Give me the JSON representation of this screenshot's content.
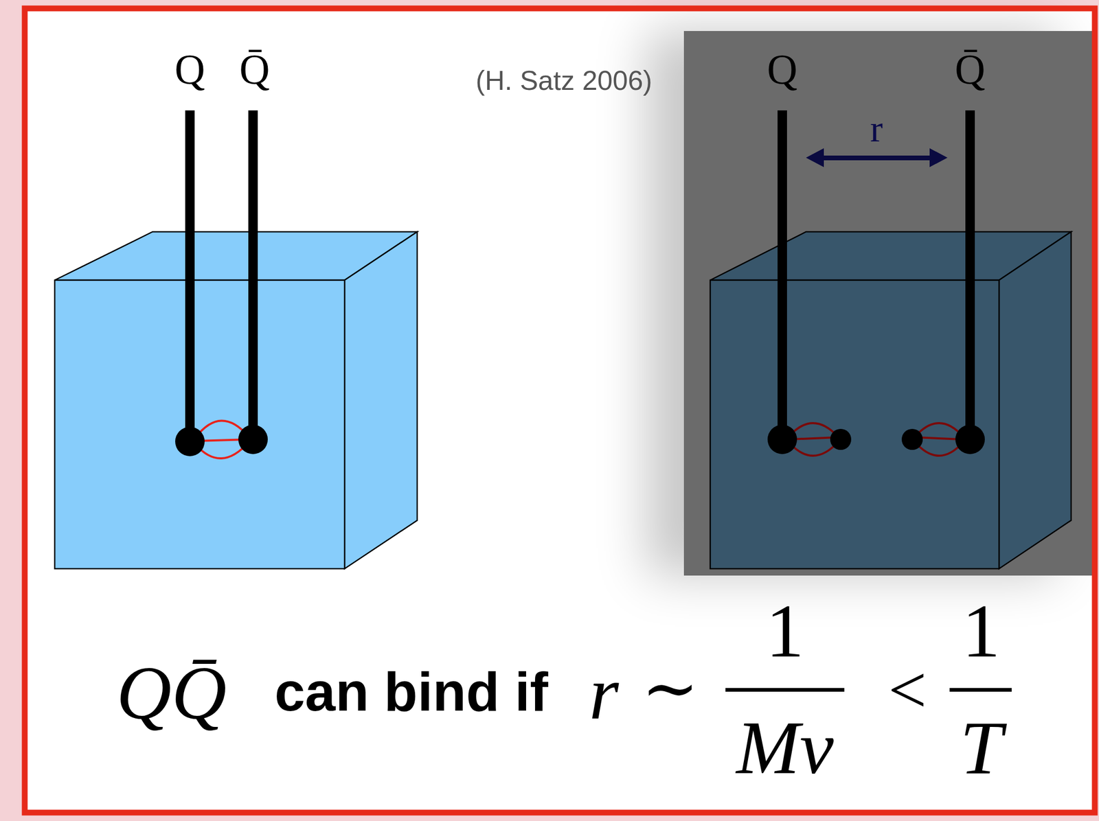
{
  "diagram": {
    "labels": [
      "Q",
      "Q̄",
      "(H. Satz 2006)",
      "Q",
      "Q̄",
      "r",
      "QQ̄",
      "can bind if",
      "r",
      "∼",
      "1",
      "Mv",
      "<",
      "1",
      "T"
    ]
  }
}
